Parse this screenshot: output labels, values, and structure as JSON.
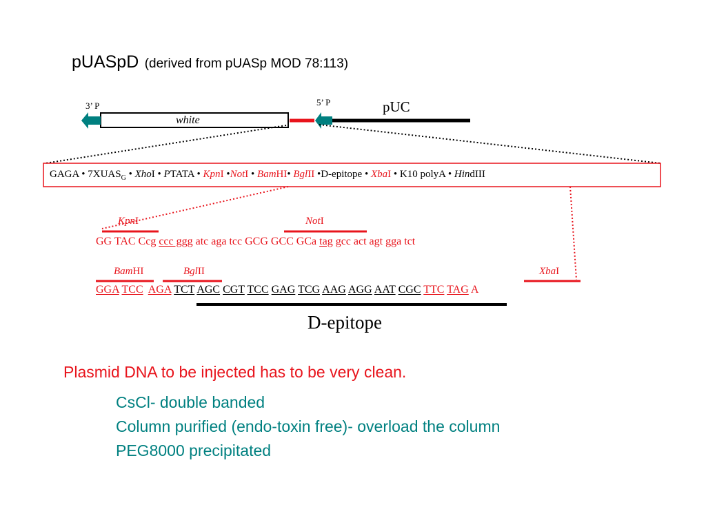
{
  "title": {
    "main": "pUASpD",
    "sub": "(derived from pUASp MOD 78:113)"
  },
  "map": {
    "label_3p": "3’ P",
    "label_5p": "5’ P",
    "label_puc": "pUC",
    "label_white": "white"
  },
  "construct": {
    "parts": [
      {
        "text": "GAGA • 7XUAS",
        "style": "plain"
      },
      {
        "text": "G",
        "style": "sub"
      },
      {
        "text": " • ",
        "style": "plain"
      },
      {
        "text": "Xho",
        "style": "italic"
      },
      {
        "text": "I • ",
        "style": "plain"
      },
      {
        "text": "P",
        "style": "italic"
      },
      {
        "text": "TATA • ",
        "style": "plain"
      },
      {
        "text": "Kpn",
        "style": "red-italic"
      },
      {
        "text": "I",
        "style": "red"
      },
      {
        "text": " •",
        "style": "plain"
      },
      {
        "text": "Not",
        "style": "red-italic"
      },
      {
        "text": "I",
        "style": "red"
      },
      {
        "text": " • ",
        "style": "plain"
      },
      {
        "text": "Bam",
        "style": "red-italic"
      },
      {
        "text": "HI",
        "style": "red"
      },
      {
        "text": "• ",
        "style": "plain"
      },
      {
        "text": "Bgl",
        "style": "red-italic"
      },
      {
        "text": "II",
        "style": "red"
      },
      {
        "text": " •D-epitope • ",
        "style": "plain"
      },
      {
        "text": "Xba",
        "style": "red-italic"
      },
      {
        "text": "I",
        "style": "red"
      },
      {
        "text": " • K10 polyA • ",
        "style": "plain"
      },
      {
        "text": "Hin",
        "style": "italic"
      },
      {
        "text": "dIII",
        "style": "plain"
      }
    ]
  },
  "sites": {
    "kpn_italic": "Kpn",
    "kpn_roman": "I",
    "not_italic": "Not",
    "not_roman": "I",
    "bam_italic": "Bam",
    "bam_roman": "HI",
    "bgl_italic": "Bgl",
    "bgl_roman": "II",
    "xba_italic": "Xba",
    "xba_roman": "I"
  },
  "seq1": [
    {
      "text": "GG TAC Ccg ",
      "color": "red",
      "u": false
    },
    {
      "text": "ccc ggg",
      "color": "red",
      "u": true
    },
    {
      "text": " atc aga tcc GCG GCC GCa ",
      "color": "red",
      "u": false
    },
    {
      "text": "tag",
      "color": "red",
      "u": true
    },
    {
      "text": " gcc act agt gga tct",
      "color": "red",
      "u": false
    }
  ],
  "seq2": [
    {
      "text": "GGA",
      "color": "red",
      "u": true
    },
    {
      "text": " ",
      "color": "red",
      "u": false
    },
    {
      "text": "TCC",
      "color": "red",
      "u": true
    },
    {
      "text": "  ",
      "color": "red",
      "u": false
    },
    {
      "text": "AGA",
      "color": "red",
      "u": true
    },
    {
      "text": " ",
      "color": "red",
      "u": false
    },
    {
      "text": "TCT",
      "color": "black",
      "u": true
    },
    {
      "text": " ",
      "color": "black",
      "u": false
    },
    {
      "text": "AGC",
      "color": "black",
      "u": true
    },
    {
      "text": " ",
      "color": "black",
      "u": false
    },
    {
      "text": "CGT",
      "color": "black",
      "u": true
    },
    {
      "text": " ",
      "color": "black",
      "u": false
    },
    {
      "text": "TCC",
      "color": "black",
      "u": true
    },
    {
      "text": " ",
      "color": "black",
      "u": false
    },
    {
      "text": "GAG",
      "color": "black",
      "u": true
    },
    {
      "text": " ",
      "color": "black",
      "u": false
    },
    {
      "text": "TCG",
      "color": "black",
      "u": true
    },
    {
      "text": " ",
      "color": "black",
      "u": false
    },
    {
      "text": "AAG",
      "color": "black",
      "u": true
    },
    {
      "text": " ",
      "color": "black",
      "u": false
    },
    {
      "text": "AGG",
      "color": "black",
      "u": true
    },
    {
      "text": " ",
      "color": "black",
      "u": false
    },
    {
      "text": "AAT",
      "color": "black",
      "u": true
    },
    {
      "text": " ",
      "color": "black",
      "u": false
    },
    {
      "text": "CGC",
      "color": "black",
      "u": true
    },
    {
      "text": " ",
      "color": "black",
      "u": false
    },
    {
      "text": "TTC",
      "color": "red",
      "u": true
    },
    {
      "text": " ",
      "color": "red",
      "u": false
    },
    {
      "text": "TAG",
      "color": "red",
      "u": true
    },
    {
      "text": " A",
      "color": "red",
      "u": false
    }
  ],
  "depitope_label": "D-epitope",
  "notes": {
    "heading": "Plasmid DNA to be injected has to be very clean.",
    "items": [
      "CsCl- double banded",
      "Column purified (endo-toxin free)- overload the column",
      "PEG8000 precipitated"
    ]
  },
  "colors": {
    "red": "#e8141c",
    "teal": "#008080",
    "black": "#000000"
  }
}
